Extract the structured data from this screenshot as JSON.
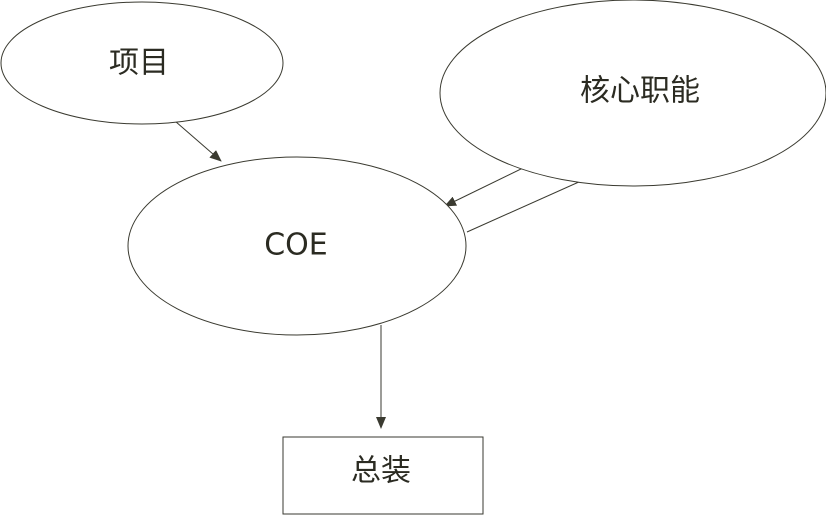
{
  "nodes": {
    "project": {
      "label": "项目"
    },
    "core_function": {
      "label": "核心职能"
    },
    "coe": {
      "label": "COE"
    },
    "assembly": {
      "label": "总装"
    }
  },
  "edges": [
    {
      "from": "project",
      "to": "coe"
    },
    {
      "from": "core_function",
      "to": "coe"
    },
    {
      "from": "coe",
      "to": "core_function"
    },
    {
      "from": "coe",
      "to": "assembly"
    }
  ],
  "colors": {
    "stroke": "#3a3a30",
    "text": "#2b2b22",
    "background": "#ffffff"
  }
}
